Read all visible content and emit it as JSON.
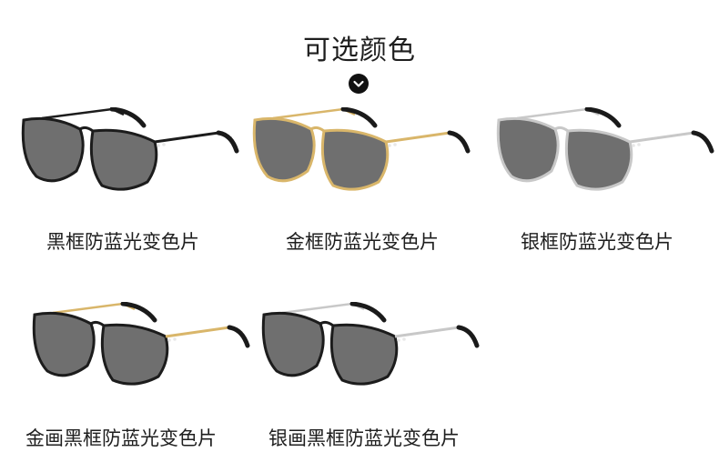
{
  "title": "可选颜色",
  "products": [
    {
      "label": "黑框防蓝光变色片",
      "frame_color": "#1c1c1c",
      "temple_color": "#1c1c1c"
    },
    {
      "label": "金框防蓝光变色片",
      "frame_color": "#d9b66a",
      "temple_color": "#d9b66a"
    },
    {
      "label": "银框防蓝光变色片",
      "frame_color": "#c8c8c8",
      "temple_color": "#c8c8c8"
    },
    {
      "label": "金画黑框防蓝光变色片",
      "frame_color": "#1c1c1c",
      "temple_color": "#d9b66a"
    },
    {
      "label": "银画黑框防蓝光变色片",
      "frame_color": "#1c1c1c",
      "temple_color": "#c8c8c8"
    }
  ],
  "lens_color": "#6f6f6f",
  "tip_color": "#1a1a1a"
}
